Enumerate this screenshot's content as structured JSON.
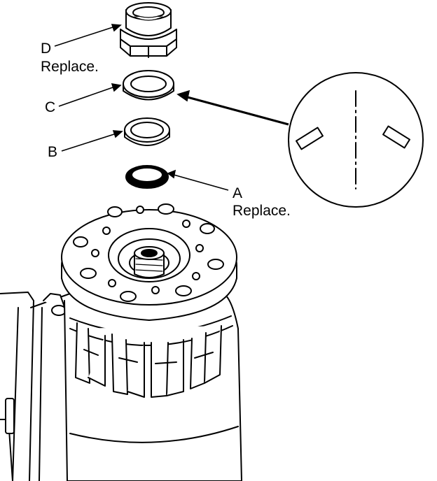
{
  "labels": {
    "d_letter": "D",
    "d_note": "Replace.",
    "c_letter": "C",
    "b_letter": "B",
    "a_letter": "A",
    "a_note": "Replace."
  },
  "parts": [
    {
      "id": "D",
      "name": "lock-nut",
      "note": "Replace."
    },
    {
      "id": "C",
      "name": "washer",
      "note": ""
    },
    {
      "id": "B",
      "name": "washer",
      "note": ""
    },
    {
      "id": "A",
      "name": "seal-ring",
      "note": "Replace."
    }
  ],
  "colors": {
    "ink": "#000000",
    "paper": "#ffffff"
  }
}
